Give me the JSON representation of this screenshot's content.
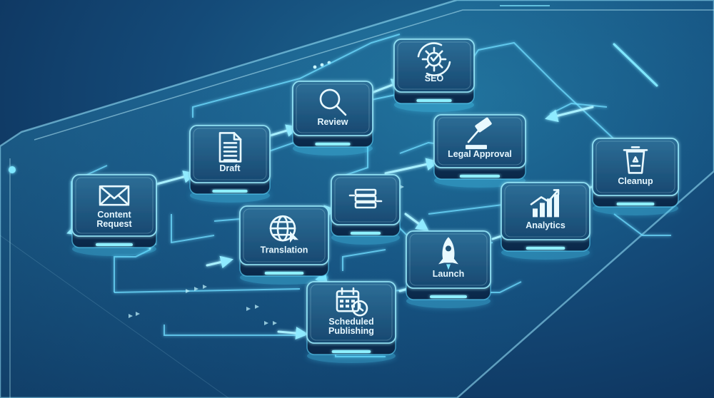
{
  "diagram": {
    "nodes": [
      {
        "id": "content-request",
        "lines": [
          "Content",
          "Request"
        ],
        "icon": "envelope-icon"
      },
      {
        "id": "draft",
        "lines": [
          "Draft"
        ],
        "icon": "document-icon"
      },
      {
        "id": "review",
        "lines": [
          "Review"
        ],
        "icon": "magnifier-icon"
      },
      {
        "id": "seo",
        "lines": [
          "SEO"
        ],
        "icon": "gear-refresh-icon"
      },
      {
        "id": "legal-approval",
        "lines": [
          "Legal Approval"
        ],
        "icon": "gavel-icon"
      },
      {
        "id": "cleanup",
        "lines": [
          "Cleanup"
        ],
        "icon": "trash-icon"
      },
      {
        "id": "translation",
        "lines": [
          "Translation"
        ],
        "icon": "globe-icon"
      },
      {
        "id": "stack",
        "lines": [],
        "icon": "stack-icon"
      },
      {
        "id": "launch",
        "lines": [
          "Launch"
        ],
        "icon": "rocket-icon"
      },
      {
        "id": "analytics",
        "lines": [
          "Analytics"
        ],
        "icon": "bar-chart-icon"
      },
      {
        "id": "scheduled-publishing",
        "lines": [
          "Scheduled",
          "Publishing"
        ],
        "icon": "calendar-clock-icon"
      }
    ],
    "colors": {
      "accent": "#5fe3ff",
      "tile_top": "#1e5378",
      "tile_side": "#0d2f52",
      "label": "#e6f7ff",
      "board_edge": "#8fe9ff"
    }
  }
}
